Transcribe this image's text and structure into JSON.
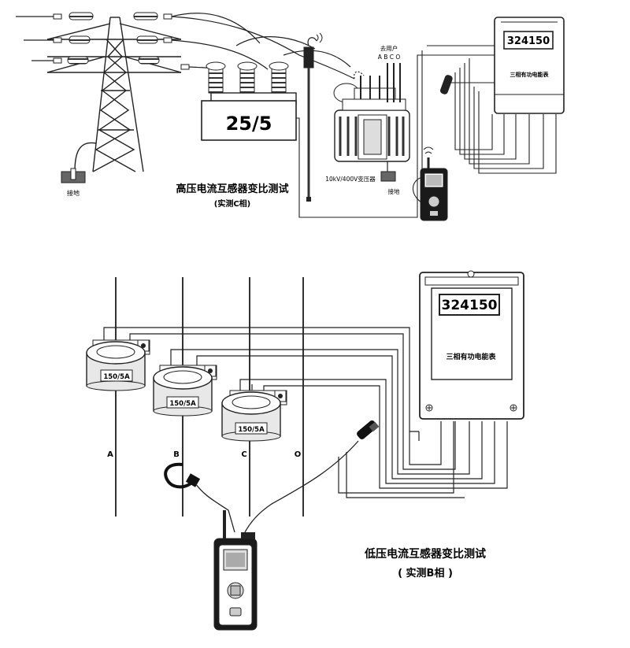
{
  "top": {
    "ratio_label": "25/5",
    "meter_reading": "324150",
    "meter_name": "三相有功电能表",
    "ground_left": "接地",
    "ground_right": "接地",
    "transformer_label": "10kV/400V变压器",
    "user_label": "去用户",
    "phases": "A B C O",
    "title": "高压电流互感器变比测试",
    "subtitle": "(实测C相)"
  },
  "bottom": {
    "meter_reading": "324150",
    "meter_name": "三相有功电能表",
    "ct_labels": [
      "150/5A",
      "150/5A",
      "150/5A"
    ],
    "phase_labels": [
      "A",
      "B",
      "C",
      "O"
    ],
    "title": "低压电流互感器变比测试",
    "subtitle": "( 实测B相 )"
  },
  "colors": {
    "line": "#222222",
    "background": "#ffffff",
    "device_body": "#1a1a1a"
  }
}
